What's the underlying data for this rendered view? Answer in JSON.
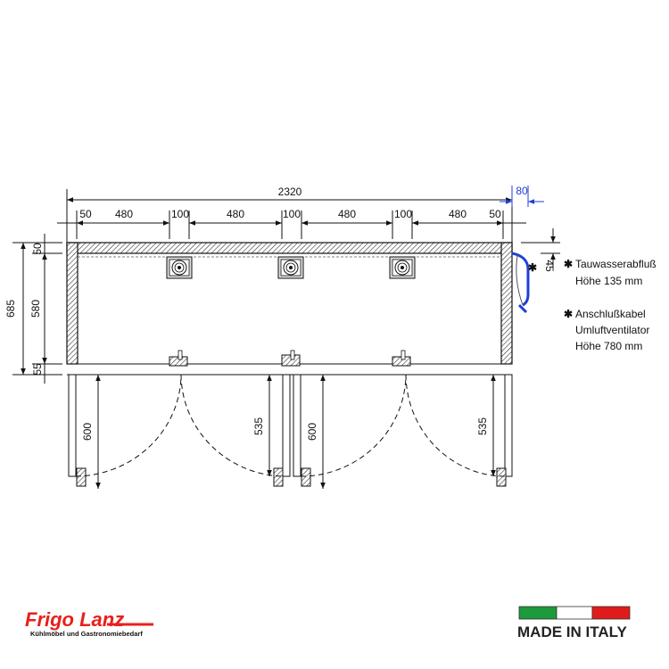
{
  "dimensions": {
    "overall_width": "2320",
    "side_gap": "80",
    "seg_50_left": "50",
    "seg_480_a": "480",
    "seg_100_a": "100",
    "seg_480_b": "480",
    "seg_100_b": "100",
    "seg_480_c": "480",
    "seg_100_c": "100",
    "seg_480_d": "480",
    "seg_50_right": "50",
    "depth_total": "685",
    "depth_top": "50",
    "depth_inner": "580",
    "depth_bottom": "55",
    "drain_height": "45",
    "door1_swing": "600",
    "door2_swing": "535",
    "door3_swing": "600",
    "door4_swing": "535"
  },
  "notes": {
    "star": "✱",
    "drain_title": "Tauwasserabfluß",
    "drain_height": "Höhe 135 mm",
    "cable_title": "Anschlußkabel",
    "cable_sub": "Umluftventilator",
    "cable_height": "Höhe 780 mm"
  },
  "brand": {
    "logo": "Frigo Lanz",
    "tagline": "Kühlmöbel und Gastronomiebedarf",
    "logo_color": "#e8201c"
  },
  "origin": {
    "label": "MADE IN ITALY",
    "flag_colors": [
      "#1c9a3c",
      "#ffffff",
      "#e01b1b"
    ]
  }
}
